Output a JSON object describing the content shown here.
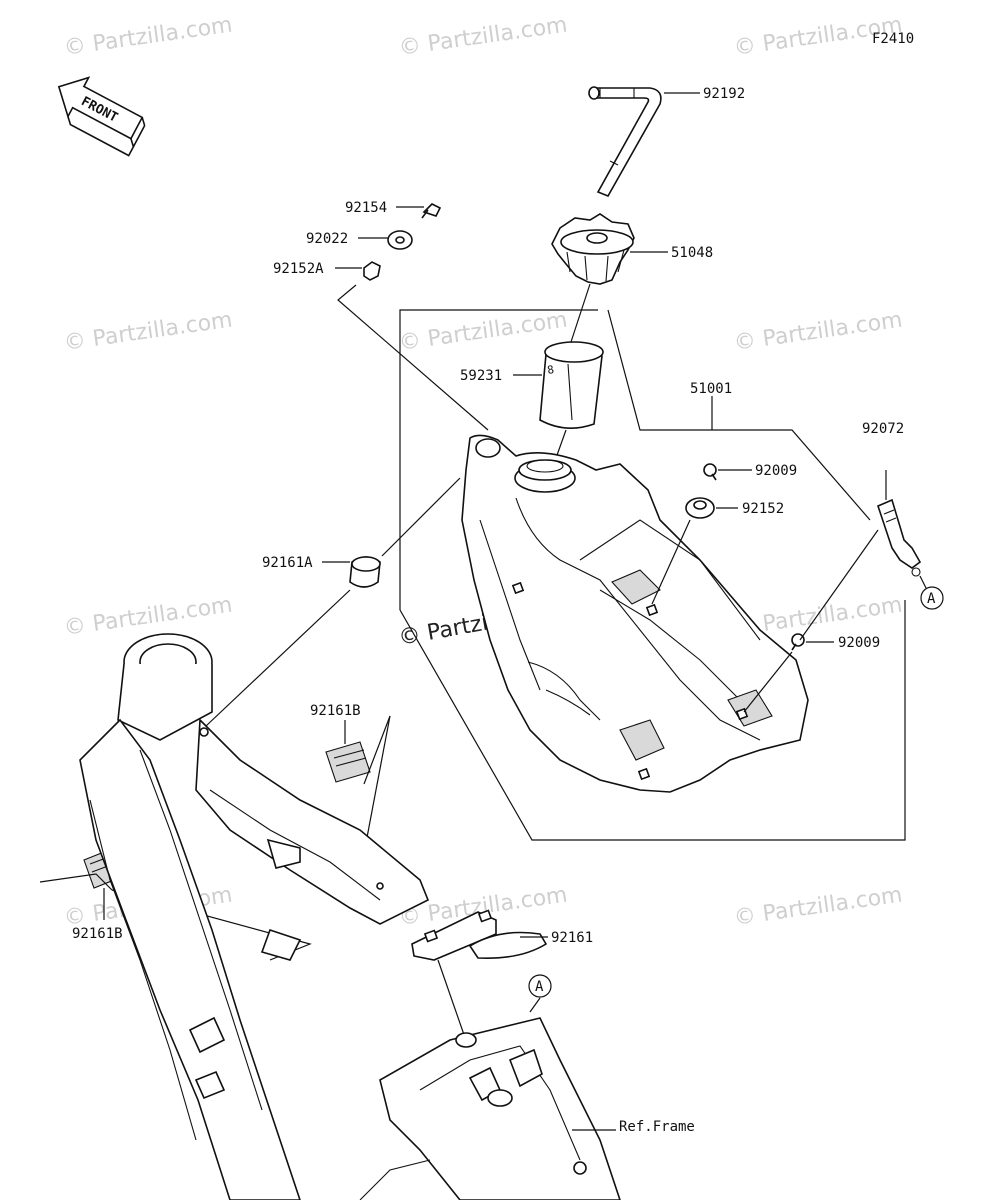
{
  "diagram_code": "F2410",
  "front_label": "FRONT",
  "watermark": "© Partzilla.com",
  "center_watermark": "© Partzilla.com",
  "part_numbers": {
    "p92192": "92192",
    "p92154": "92154",
    "p92022": "92022",
    "p92152A": "92152A",
    "p51048": "51048",
    "p59231": "59231",
    "p51001": "51001",
    "p92072": "92072",
    "p92009a": "92009",
    "p92152": "92152",
    "p92161A": "92161A",
    "p92009b": "92009",
    "p92161B_top": "92161B",
    "p92161B_left": "92161B",
    "p92161": "92161",
    "ref_frame": "Ref.Frame"
  },
  "callouts": {
    "a_right": "A",
    "a_bottom": "A"
  }
}
